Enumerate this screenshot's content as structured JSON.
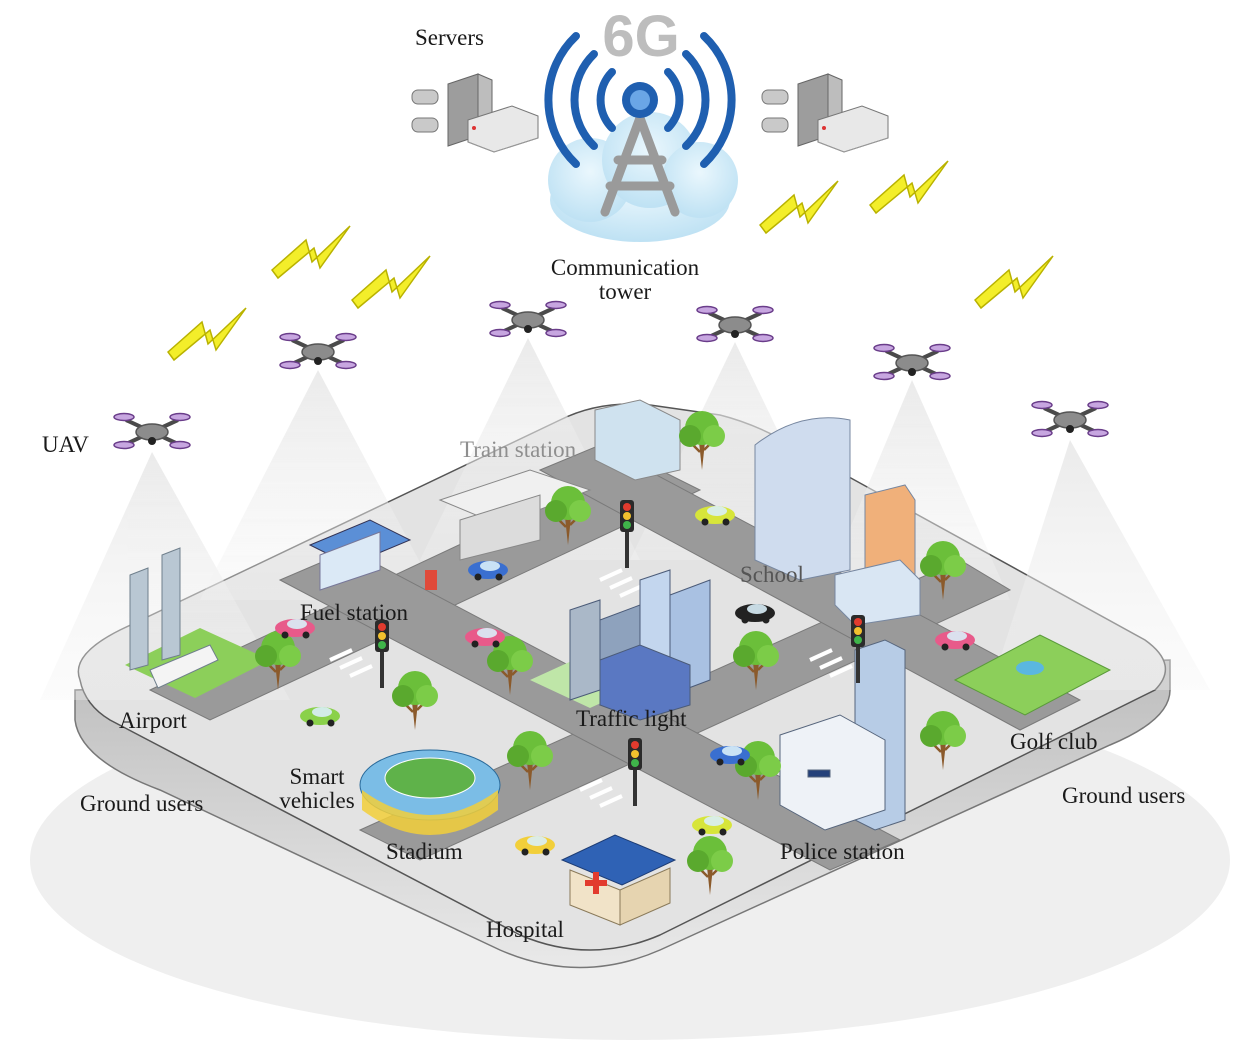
{
  "labels": {
    "servers": "Servers",
    "six_g": "6G",
    "communication_tower": "Communication",
    "communication_tower_2": "tower",
    "uav": "UAV",
    "train_station": "Train station",
    "school": "School",
    "fuel_station": "Fuel station",
    "airport": "Airport",
    "traffic_light": "Traffic light",
    "golf_club": "Golf club",
    "smart_vehicles": "Smart",
    "smart_vehicles_2": "vehicles",
    "ground_users_left": "Ground users",
    "ground_users_right": "Ground users",
    "stadium": "Stadium",
    "police_station": "Police station",
    "hospital": "Hospital"
  },
  "colors": {
    "signal_blue": "#1f5fb0",
    "tower_gray": "#9a9a9a",
    "cloud_blue": "#cfe9f6",
    "lightning_yellow": "#f3ee2a",
    "road_gray": "#8a8a8a",
    "platform_gray": "#d8d8d8",
    "tree_green": "#6bbf3a",
    "grass_green": "#8ccf5a"
  },
  "icons": [
    "server-icon",
    "communication-tower-icon",
    "cloud-icon",
    "lightning-icon",
    "drone-icon",
    "tree-icon",
    "traffic-light-icon",
    "car-icon",
    "building-icon"
  ]
}
